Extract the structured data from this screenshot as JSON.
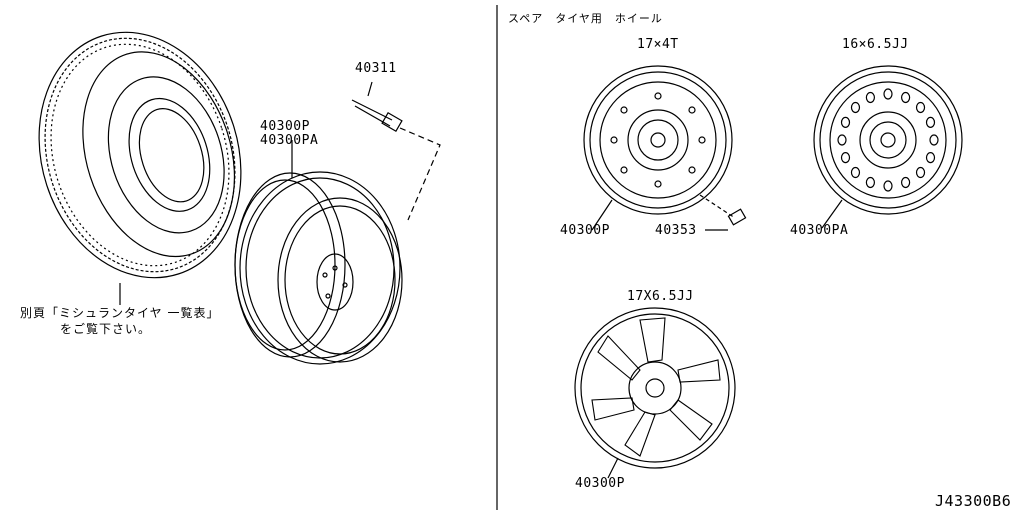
{
  "left": {
    "valve_part": "40311",
    "wheel_part_1": "40300P",
    "wheel_part_2": "40300PA",
    "note_line1": "別頁「ミシュランタイヤ 一覧表」",
    "note_line2": "をご覧下さい。"
  },
  "right": {
    "section_title": "スペア　タイヤ用　ホイール",
    "wheel_a": {
      "size": "17×4T",
      "part": "40300P"
    },
    "ornament_part": "40353",
    "wheel_b": {
      "size": "16×6.5JJ",
      "part": "40300PA"
    },
    "wheel_c": {
      "size": "17X6.5JJ",
      "part": "40300P"
    }
  },
  "diagram_code": "J43300B6"
}
